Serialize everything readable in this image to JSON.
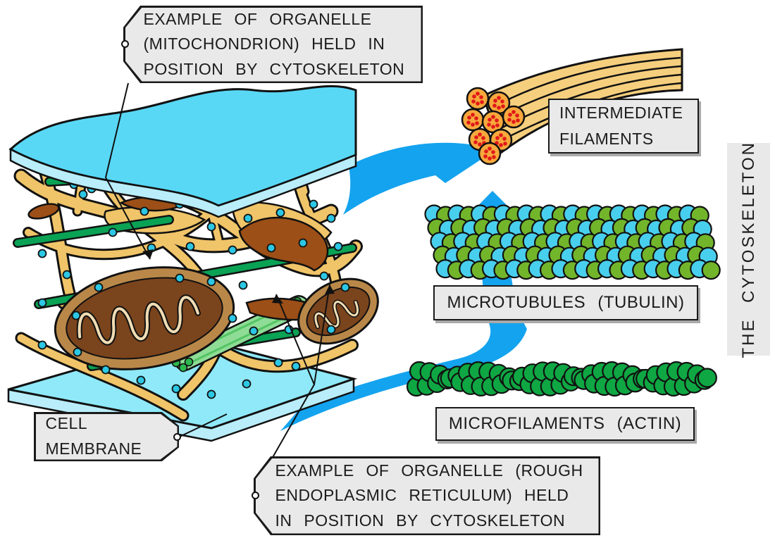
{
  "title": "The cytoskeleton diagram",
  "labels": {
    "mitochondrion_tag": {
      "text": "EXAMPLE OF ORGANELLE (MITOCHONDRION) HELD IN POSITION BY CYTOSKELETON"
    },
    "intermediate_filaments": {
      "line1": "INTERMEDIATE",
      "line2": "FILAMENTS"
    },
    "cytoskeleton_vertical": {
      "text": "THE CYTOSKELETON"
    },
    "microtubules": {
      "text": "MICROTUBULES (TUBULIN)"
    },
    "microfilaments": {
      "text": "MICROFILAMENTS (ACTIN)"
    },
    "cell_membrane_tag": {
      "line1": "CELL",
      "line2": "MEMBRANE"
    },
    "rough_er_tag": {
      "text": "EXAMPLE OF ORGANELLE (ROUGH ENDOPLASMIC RETICULUM) HELD IN POSITION BY CYTOSKELETON"
    }
  },
  "colors": {
    "blue_arrow": "#14a3ee",
    "membrane_cyan": "#59d8f6",
    "membrane_edge": "#b9edfa",
    "web_tan": "#f0c468",
    "rod_green": "#0aa255",
    "bundle_green": "#8edc96",
    "bundle_stripe": "#54c464",
    "bundle_ball": "#2db84f",
    "mito_outer": "#b98849",
    "mito_inner": "#7a441d",
    "cristae_cream": "#f1ddb4",
    "er_brown": "#9c4f17",
    "dot_cyan": "#2cc7e4",
    "rope_tan": "#f6cf7e",
    "cross_section_orange": "#f7a83c",
    "cross_section_dot_red": "#e01818",
    "label_bg": "#e9e9e9",
    "label_border": "#1a1a1a"
  },
  "figure": {
    "microtubules": {
      "rows": 5,
      "cols": 24,
      "bead_colors": [
        "#49cfee",
        "#72b52b"
      ]
    },
    "microfilaments": {
      "beads_per_strand": 29,
      "bead_color": "#0fa743"
    },
    "intermediate_cross_sections": 8,
    "red_dots_per_section": 6
  }
}
